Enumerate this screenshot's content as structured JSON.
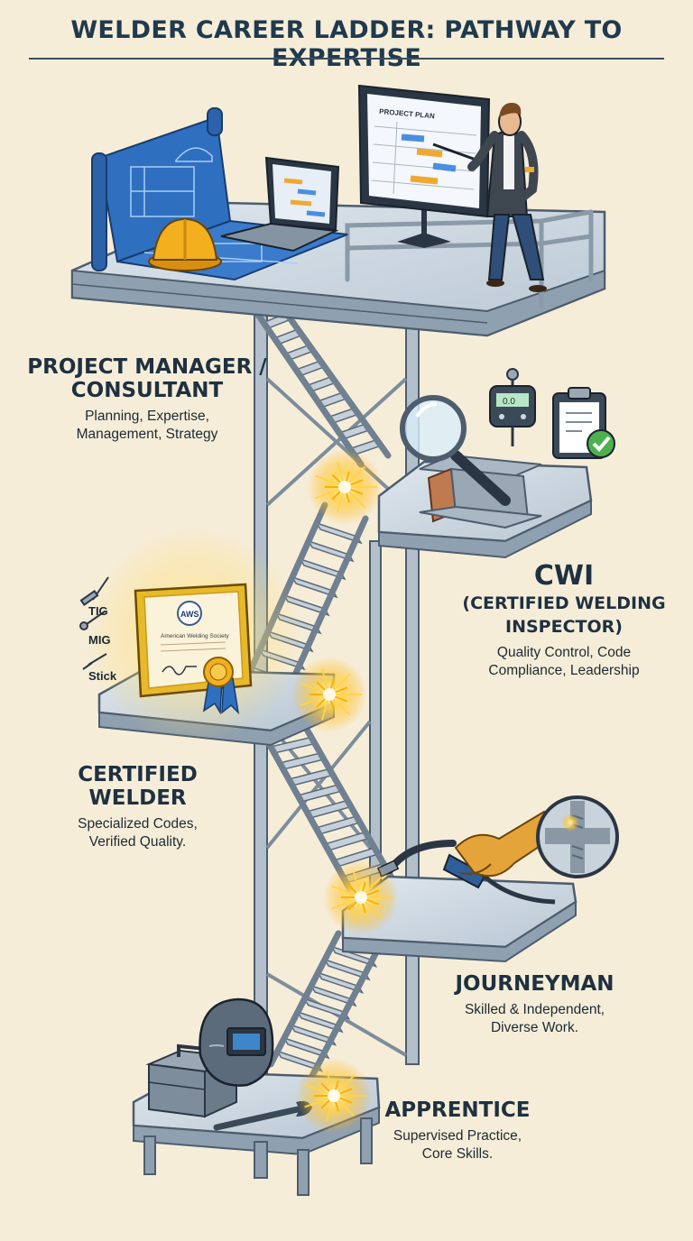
{
  "title": "WELDER CAREER LADDER: PATHWAY TO EXPERTISE",
  "stages": [
    {
      "name_lines": [
        "PROJECT MANAGER /",
        "CONSULTANT"
      ],
      "desc_lines": [
        "Planning, Expertise,",
        "Management, Strategy"
      ]
    },
    {
      "name_lines": [
        "CWI",
        "(CERTIFIED WELDING",
        "INSPECTOR)"
      ],
      "desc_lines": [
        "Quality Control, Code",
        "Compliance, Leadership"
      ]
    },
    {
      "name_lines": [
        "CERTIFIED",
        "WELDER"
      ],
      "desc_lines": [
        "Specialized Codes,",
        "Verified Quality."
      ]
    },
    {
      "name_lines": [
        "JOURNEYMAN"
      ],
      "desc_lines": [
        "Skilled & Independent,",
        "Diverse Work."
      ]
    },
    {
      "name_lines": [
        "APPRENTICE"
      ],
      "desc_lines": [
        "Supervised Practice,",
        "Core Skills."
      ]
    }
  ],
  "processes": [
    "TIG",
    "MIG",
    "Stick"
  ],
  "screen_title": "PROJECT PLAN",
  "certificate": {
    "badge": "AWS",
    "org": "American Welding Society"
  },
  "gauge_reading": "0.0",
  "colors": {
    "background": "#f6edd9",
    "steel": "#a9b7c4",
    "steel_dark": "#55677a",
    "blueprint": "#2f6fc0",
    "hardhat": "#f2b01e",
    "spark": "#ffd34d",
    "certificate_frame": "#e8b928"
  },
  "icons": [
    "blueprint-icon",
    "hardhat-icon",
    "laptop-icon",
    "monitor-icon",
    "manager-figure-icon",
    "magnifier-icon",
    "gauge-icon",
    "clipboard-icon",
    "i-beam-icon",
    "certificate-icon",
    "ribbon-icon",
    "torch-icon",
    "weld-joint-icon",
    "welding-helmet-icon",
    "toolbox-icon",
    "wrench-icon",
    "spark-icon"
  ]
}
